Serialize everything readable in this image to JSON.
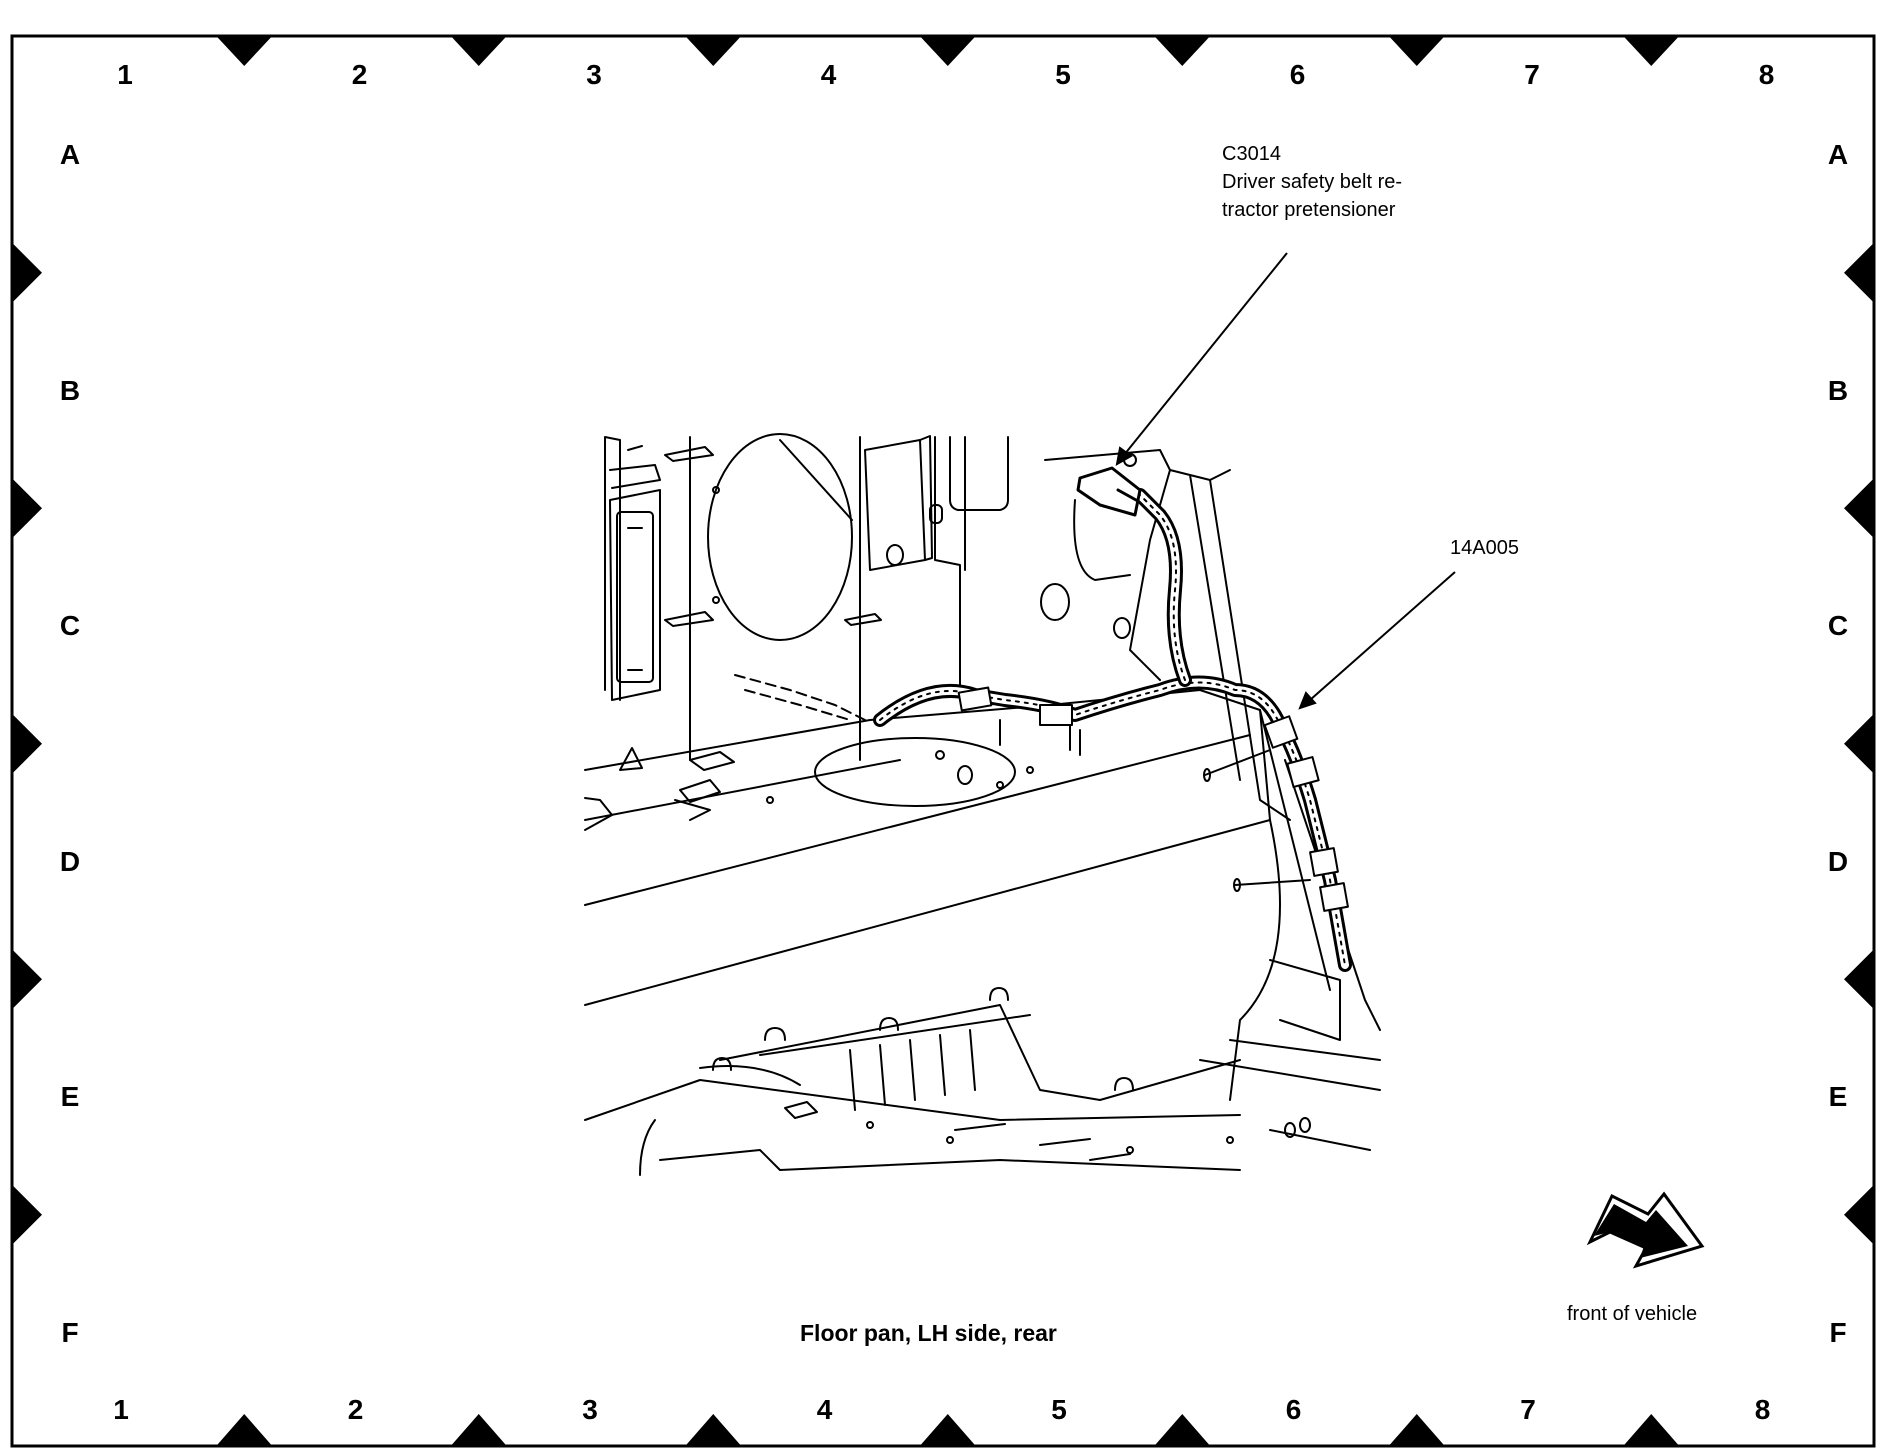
{
  "grid": {
    "columns": [
      "1",
      "2",
      "3",
      "4",
      "5",
      "6",
      "7",
      "8"
    ],
    "rows": [
      "A",
      "B",
      "C",
      "D",
      "E",
      "F"
    ]
  },
  "callouts": {
    "connector_id": "C3014",
    "connector_desc_line1": "Driver safety belt re-",
    "connector_desc_line2": "tractor pretensioner",
    "harness_id": "14A005"
  },
  "caption": "Floor pan, LH side, rear",
  "direction_label": "front of vehicle",
  "direction_icon": "front-arrow-icon"
}
